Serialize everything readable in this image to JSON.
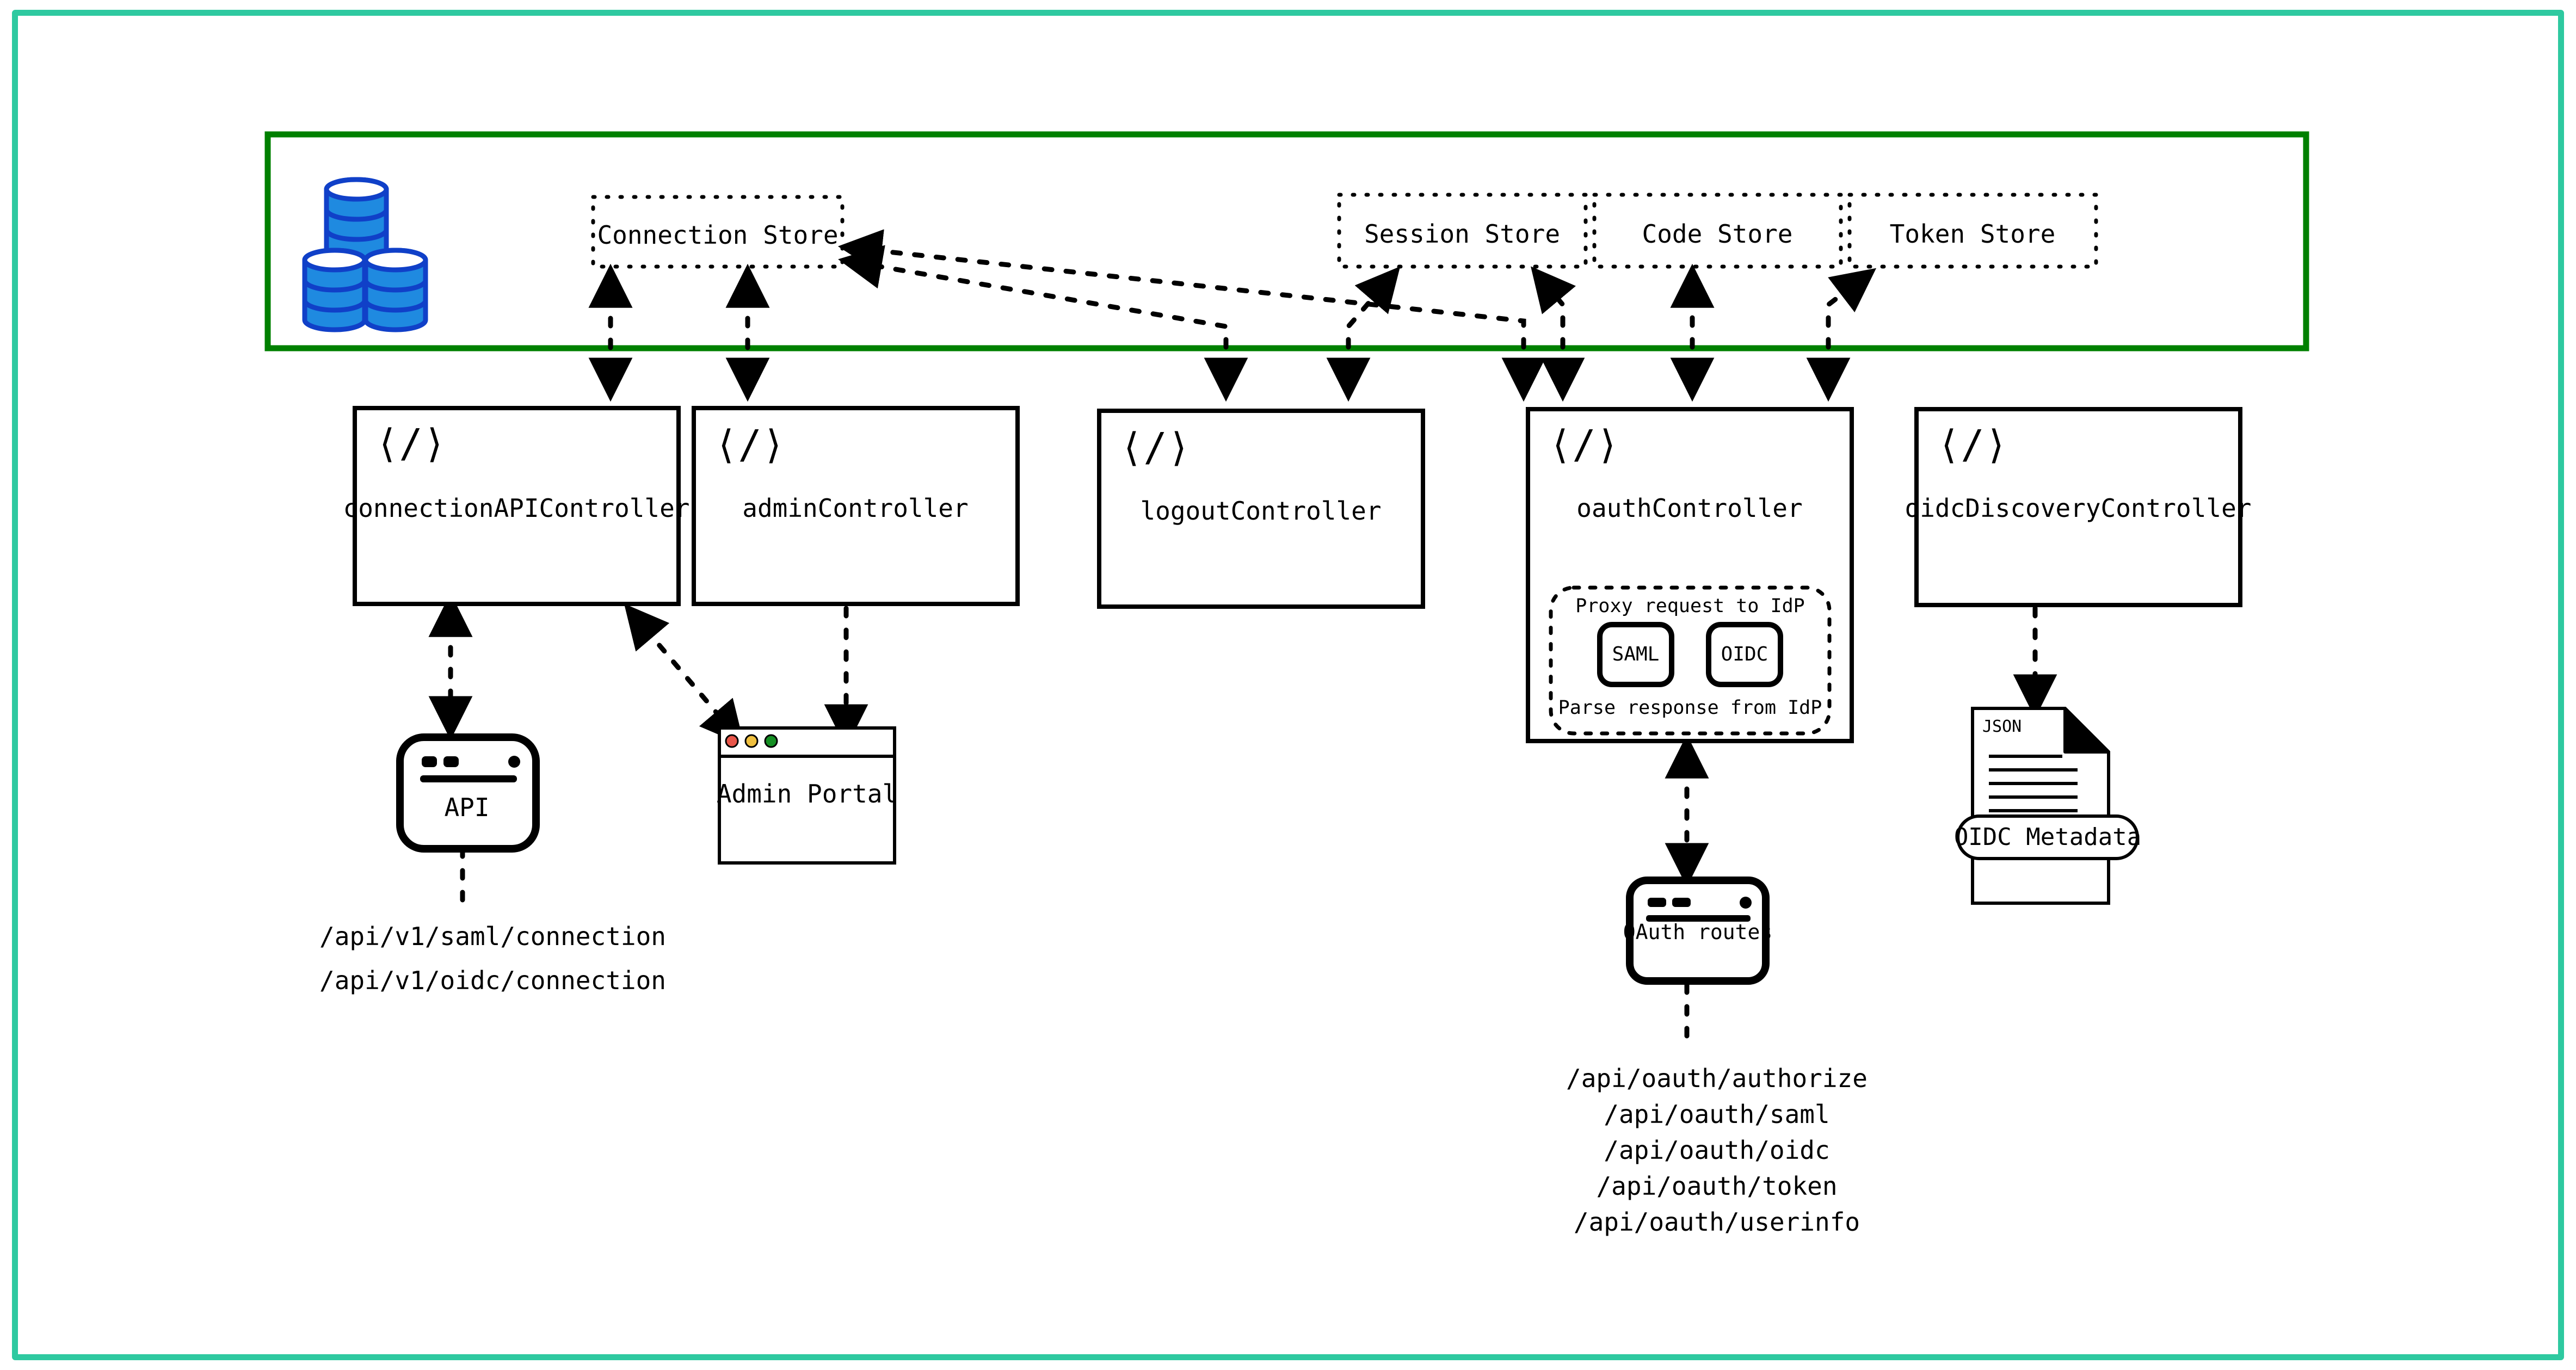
{
  "frame": {
    "border_color": "#2ec9a0"
  },
  "store_panel": {
    "border_color": "#008000",
    "db_icon_name": "database-stack-icon",
    "db_fill": "#1f8ae0",
    "db_stroke": "#1040c8",
    "stores": [
      {
        "label": "Connection Store"
      },
      {
        "label": "Session Store"
      },
      {
        "label": "Code Store"
      },
      {
        "label": "Token Store"
      }
    ]
  },
  "controllers": [
    {
      "label": "connectionAPIController",
      "icon": "code-icon"
    },
    {
      "label": "adminController",
      "icon": "code-icon"
    },
    {
      "label": "logoutController",
      "icon": "code-icon"
    },
    {
      "label": "oauthController",
      "icon": "code-icon"
    },
    {
      "label": "oidcDiscoveryController",
      "icon": "code-icon"
    }
  ],
  "oauth_inner": {
    "top_label": "Proxy request to IdP",
    "bottom_label": "Parse response from IdP",
    "buttons": [
      {
        "label": "SAML"
      },
      {
        "label": "OIDC"
      }
    ]
  },
  "nodes": {
    "api": {
      "label": "API",
      "icon": "mobile-device-icon"
    },
    "admin_portal": {
      "label": "Admin Portal",
      "icon": "browser-window-icon",
      "dots": [
        "#e8564a",
        "#f0c040",
        "#158f23"
      ]
    },
    "oauth_routes": {
      "label": "OAuth routes",
      "icon": "browser-window-icon"
    },
    "oidc_metadata": {
      "label": "OIDC Metadata",
      "doc_tag": "JSON",
      "icon": "json-document-icon"
    }
  },
  "endpoints": {
    "connection_api": [
      "/api/v1/saml/connection",
      "/api/v1/oidc/connection"
    ],
    "oauth": [
      "/api/oauth/authorize",
      "/api/oauth/saml",
      "/api/oauth/oidc",
      "/api/oauth/token",
      "/api/oauth/userinfo"
    ]
  }
}
